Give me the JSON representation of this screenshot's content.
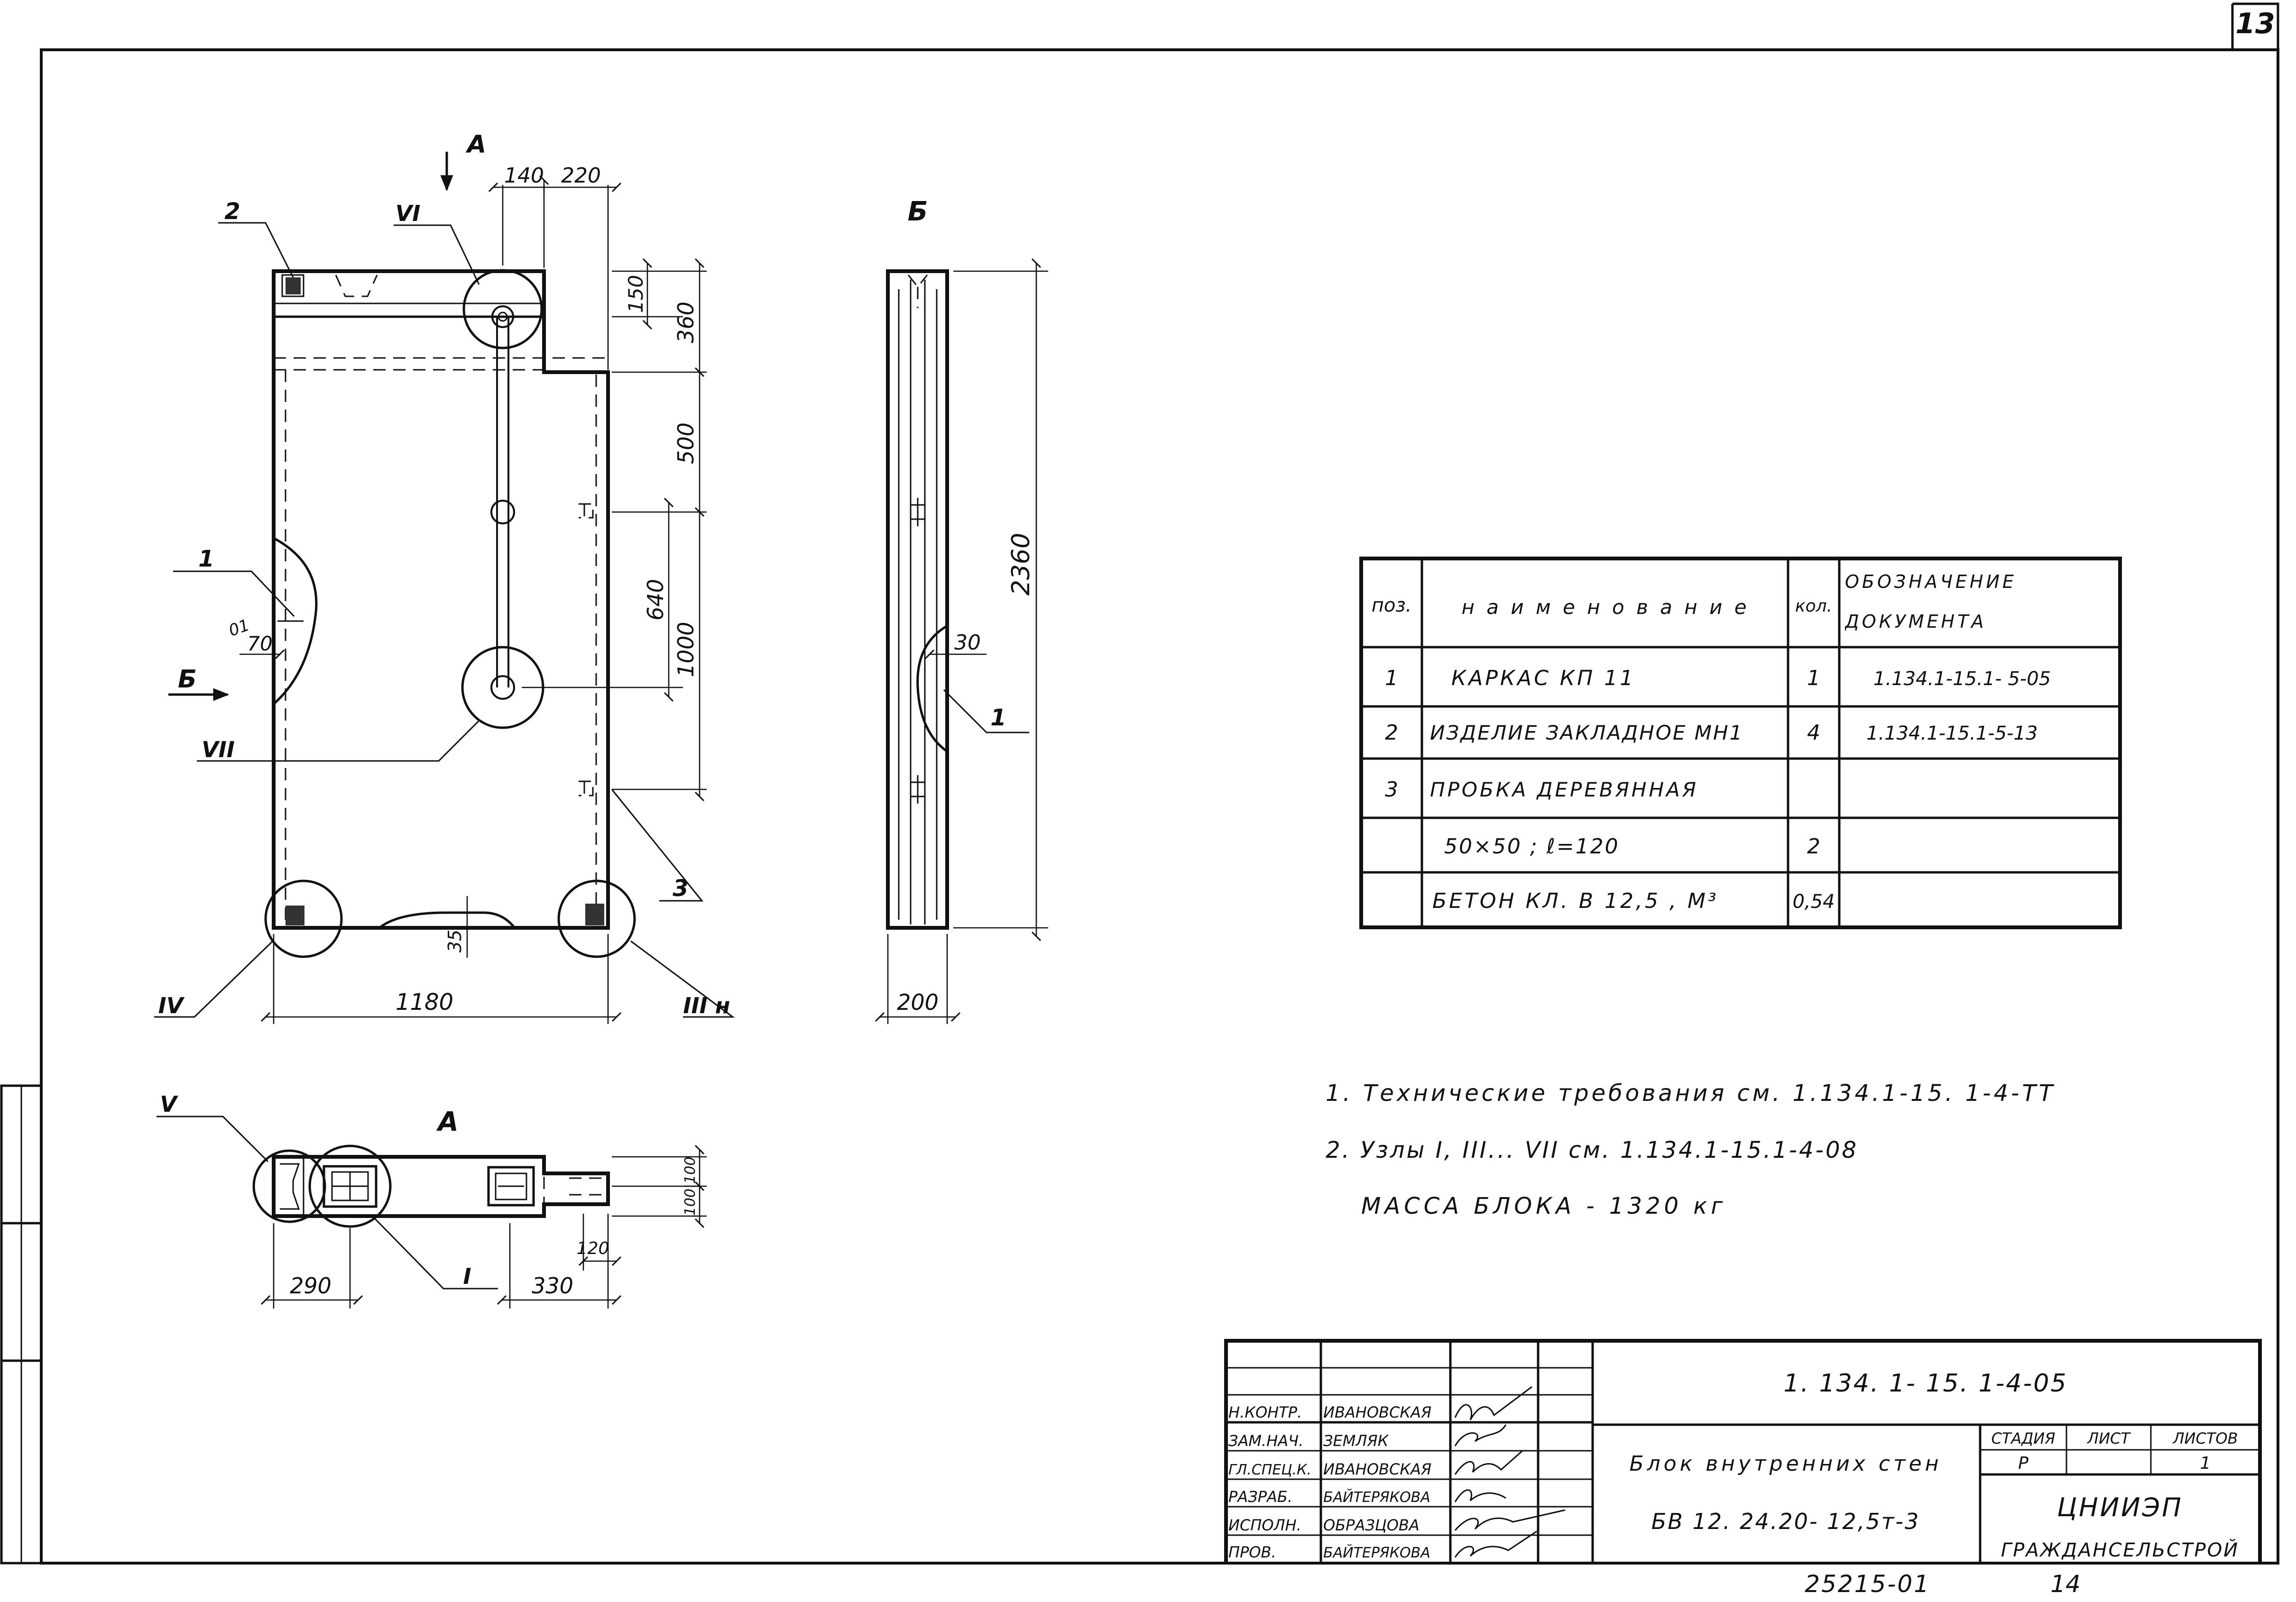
{
  "sheet": {
    "page_number": "13",
    "footer_number": "25215-01",
    "footer_sheet": "14"
  },
  "front_view": {
    "view_arrow_a": "А",
    "view_arrow_b": "Б",
    "dims": {
      "top_140": "140",
      "top_220": "220",
      "r_150": "150",
      "r_360": "360",
      "r_500": "500",
      "r_640": "640",
      "r_1000": "1000",
      "bottom_1180": "1180",
      "recess_35": "35",
      "left_70": "70",
      "left_01": "01"
    },
    "callouts": {
      "pos_2": "2",
      "node_vi": "VI",
      "pos_1": "1",
      "node_vii": "VII",
      "node_iv": "IV",
      "pos_3": "3",
      "node_iii": "III н"
    }
  },
  "side_view": {
    "title": "Б",
    "dims": {
      "height_2360": "2360",
      "width_200": "200",
      "recess_30": "30"
    },
    "callouts": {
      "pos_1": "1"
    }
  },
  "plan_view": {
    "title": "А",
    "dims": {
      "d_290": "290",
      "d_330": "330",
      "d_120": "120",
      "d_100_100": "100|100"
    },
    "callouts": {
      "node_v": "V",
      "node_i": "I"
    }
  },
  "spec_table": {
    "headers": [
      "поз.",
      "н а и м е н о в а н и е",
      "кол.",
      "ОБОЗНАЧЕНИЕ ДОКУМЕНТА"
    ],
    "rows": [
      [
        "1",
        "КАРКАС КП 11",
        "1",
        "1.134.1-15.1- 5-05"
      ],
      [
        "2",
        "ИЗДЕЛИЕ ЗАКЛАДНОЕ МН1",
        "4",
        "1.134.1-15.1-5-13"
      ],
      [
        "3",
        "ПРОБКА ДЕРЕВЯННАЯ",
        "",
        ""
      ],
      [
        "",
        "50×50 ; ℓ=120",
        "2",
        ""
      ],
      [
        "",
        "БЕТОН КЛ. В 12,5 , М³",
        "0,54",
        ""
      ]
    ]
  },
  "notes": [
    "1. Технические требования см. 1.134.1-15. 1-4-ТТ",
    "2. Узлы I, III... VII см. 1.134.1-15.1-4-08",
    "МАССА БЛОКА - 1320 кг"
  ],
  "title_block": {
    "doc_code": "1. 134. 1- 15. 1-4-05",
    "staff": [
      [
        "Н.КОНТР.",
        "ИВАНОВСКАЯ"
      ],
      [
        "ЗАМ.НАЧ.",
        "ЗЕМЛЯК"
      ],
      [
        "ГЛ.СПЕЦ.К.",
        "ИВАНОВСКАЯ"
      ],
      [
        "РАЗРАБ.",
        "БАЙТЕРЯКОВА"
      ],
      [
        "ИСПОЛН.",
        "ОБРАЗЦОВА"
      ],
      [
        "ПРОВ.",
        "БАЙТЕРЯКОВА"
      ]
    ],
    "name_line1": "Блок внутренних стен",
    "name_line2": "БВ 12. 24.20- 12,5т-3",
    "stage_header": "СТАДИЯ",
    "sheet_header": "ЛИСТ",
    "sheets_header": "ЛИСТОВ",
    "stage_value": "Р",
    "sheets_value": "1",
    "org_line1": "ЦНИИЭП",
    "org_line2": "ГРАЖДАНСЕЛЬСТРОЙ"
  }
}
